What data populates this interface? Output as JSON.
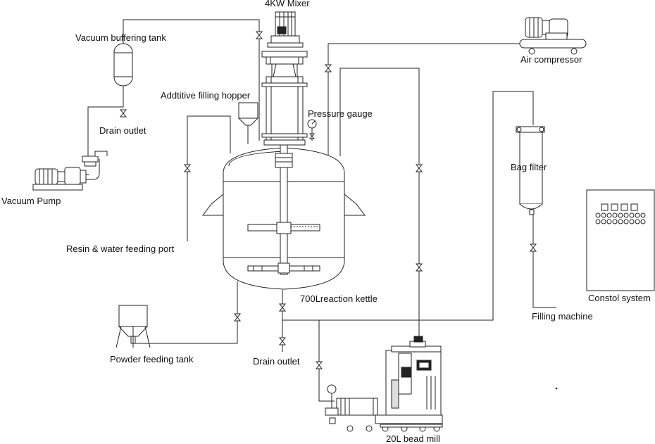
{
  "labels": {
    "mixer": "4KW Mixer",
    "vacuum_buffer_tank": "Vacuum buffering tank",
    "additive_hopper": "Addtitive filling hopper",
    "pressure_gauge": "Pressure gauge",
    "air_compressor": "Air compressor",
    "drain_outlet_top": "Drain outlet",
    "vacuum_pump": "Vacuum Pump",
    "bag_filter": "Bag filter",
    "resin_water_port": "Resin & water feeding port",
    "reaction_kettle": "700Lreaction kettle",
    "control_system": "Constol system",
    "filling_machine": "Filling machine",
    "powder_tank": "Powder feeding tank",
    "drain_outlet_bottom": "Drain outlet",
    "bead_mill": "20L bead mill"
  },
  "colors": {
    "line": "#222222",
    "fill": "#ffffff",
    "text": "#111111"
  }
}
